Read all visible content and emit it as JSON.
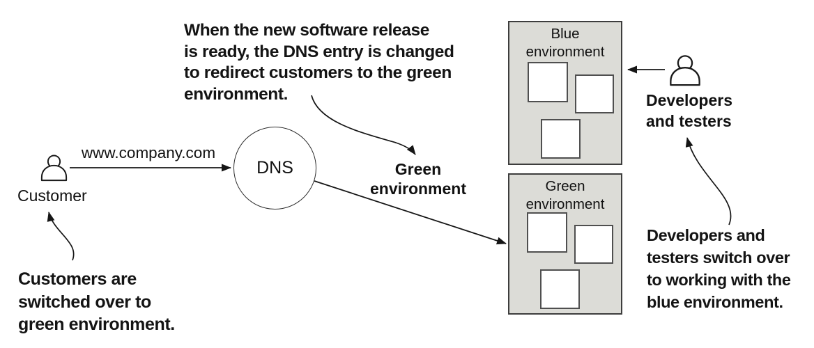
{
  "callouts": {
    "top": {
      "lines": [
        "When the new software release",
        "is ready, the DNS entry is changed",
        "to redirect customers to the green",
        "environment."
      ]
    },
    "bottom_left": {
      "lines": [
        "Customers are",
        "switched over to",
        "green environment."
      ]
    },
    "bottom_right": {
      "lines": [
        "Developers and",
        "testers switch over",
        "to working with the",
        "blue environment."
      ]
    }
  },
  "labels": {
    "customer": "Customer",
    "url": "www.company.com",
    "dns": "DNS",
    "green_pointer": {
      "lines": [
        "Green",
        "environment"
      ]
    },
    "developers": {
      "lines": [
        "Developers",
        "and testers"
      ]
    }
  },
  "environments": {
    "blue": {
      "title_lines": [
        "Blue",
        "environment"
      ],
      "app_instance_count": 3
    },
    "green": {
      "title_lines": [
        "Green",
        "environment"
      ],
      "app_instance_count": 3
    }
  },
  "icons": {
    "customer": "person-icon",
    "developers": "person-icon"
  },
  "colors": {
    "env_fill": "#dcdcd7",
    "env_border": "#3d3d3d",
    "square_border": "#4f4f4f",
    "line": "#161616",
    "ink": "#141414"
  }
}
